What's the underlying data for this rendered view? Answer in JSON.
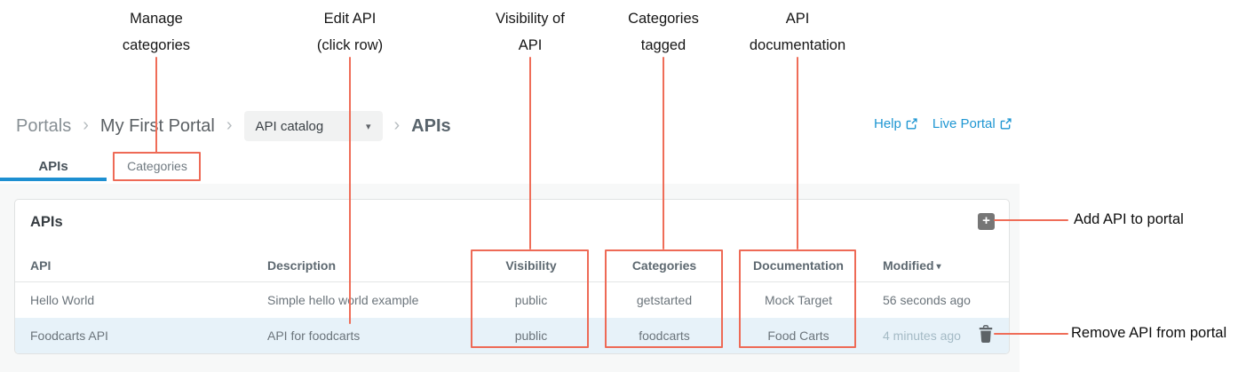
{
  "annotations": {
    "top": [
      {
        "line1": "Manage",
        "line2": "categories"
      },
      {
        "line1": "Edit API",
        "line2": "(click row)"
      },
      {
        "line1": "Visibility of",
        "line2": "API"
      },
      {
        "line1": "Categories",
        "line2": "tagged"
      },
      {
        "line1": "API",
        "line2": "documentation"
      }
    ],
    "right": [
      {
        "label": "Add API to portal"
      },
      {
        "label": "Remove API from portal"
      }
    ]
  },
  "breadcrumb": {
    "root": "Portals",
    "separator": "›",
    "portal": "My First Portal",
    "dropdown_value": "API catalog",
    "page": "APIs"
  },
  "header_links": [
    {
      "label": "Help"
    },
    {
      "label": "Live Portal"
    }
  ],
  "tabs": {
    "apis": "APIs",
    "categories": "Categories"
  },
  "panel": {
    "title": "APIs",
    "table": {
      "header": {
        "api": "API",
        "description": "Description",
        "visibility": "Visibility",
        "categories": "Categories",
        "documentation": "Documentation",
        "modified": "Modified"
      },
      "rows": [
        {
          "api": "Hello World",
          "description": "Simple hello world example",
          "visibility": "public",
          "categories": "getstarted",
          "documentation": "Mock Target",
          "modified": "56 seconds ago"
        },
        {
          "api": "Foodcarts API",
          "description": "API for foodcarts",
          "visibility": "public",
          "categories": "foodcarts",
          "documentation": "Food Carts",
          "modified": "4 minutes ago"
        }
      ]
    }
  },
  "icons": {
    "plus": "+",
    "caret_down": "▾",
    "sort_caret": "▾",
    "external_link": "external-link-icon",
    "trash": "trash-icon"
  },
  "colors": {
    "annotation_red": "#ee6a56",
    "tab_underline_blue": "#1d8fd1",
    "link_blue": "#1e96d2",
    "row_highlight": "#e7f2f9"
  }
}
